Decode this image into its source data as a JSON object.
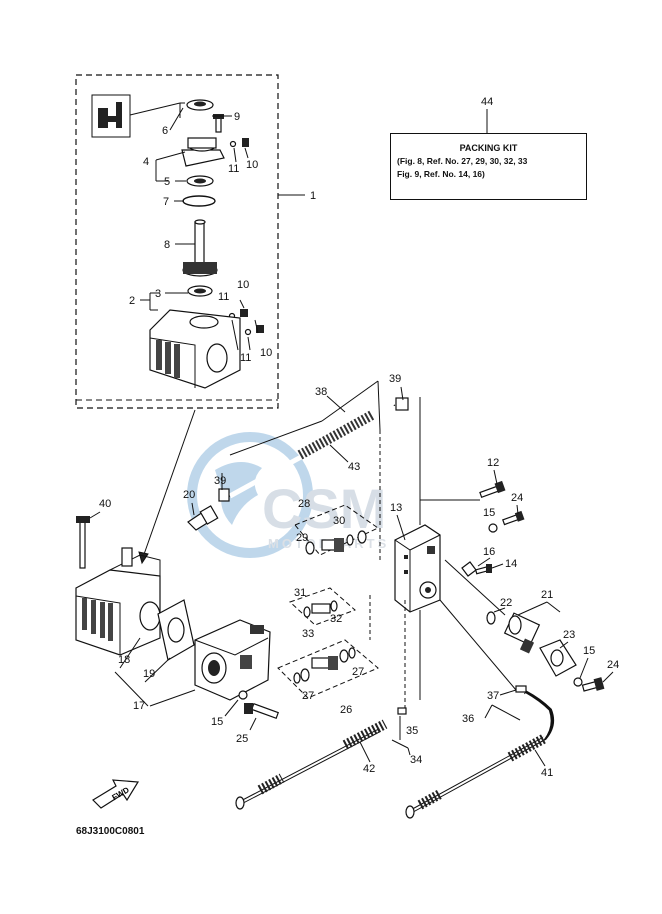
{
  "diagram": {
    "code": "68J3100C0801",
    "packing_kit": {
      "ref": "44",
      "title": "PACKING KIT",
      "line1": "(Fig. 8, Ref. No. 27, 29, 30, 32, 33",
      "line2": "Fig. 9, Ref. No. 14, 16)"
    },
    "watermark": {
      "brand": "CSM",
      "sub": "MOTORPARTS"
    },
    "fwd": "FWD",
    "callouts": {
      "c1": "1",
      "c2": "2",
      "c3": "3",
      "c4": "4",
      "c5": "5",
      "c6": "6",
      "c7": "7",
      "c8": "8",
      "c9": "9",
      "c10a": "10",
      "c10b": "10",
      "c10c": "10",
      "c11a": "11",
      "c11b": "11",
      "c11c": "11",
      "c12": "12",
      "c13": "13",
      "c14": "14",
      "c15a": "15",
      "c15b": "15",
      "c15c": "15",
      "c16": "16",
      "c17": "17",
      "c18": "18",
      "c19": "19",
      "c20": "20",
      "c21": "21",
      "c22": "22",
      "c23": "23",
      "c24a": "24",
      "c24b": "24",
      "c25": "25",
      "c26": "26",
      "c27a": "27",
      "c27b": "27",
      "c28": "28",
      "c29": "29",
      "c30": "30",
      "c31": "31",
      "c32": "32",
      "c33": "33",
      "c34": "34",
      "c35": "35",
      "c36": "36",
      "c37": "37",
      "c38": "38",
      "c39a": "39",
      "c39b": "39",
      "c40": "40",
      "c41": "41",
      "c42": "42",
      "c43": "43"
    }
  }
}
